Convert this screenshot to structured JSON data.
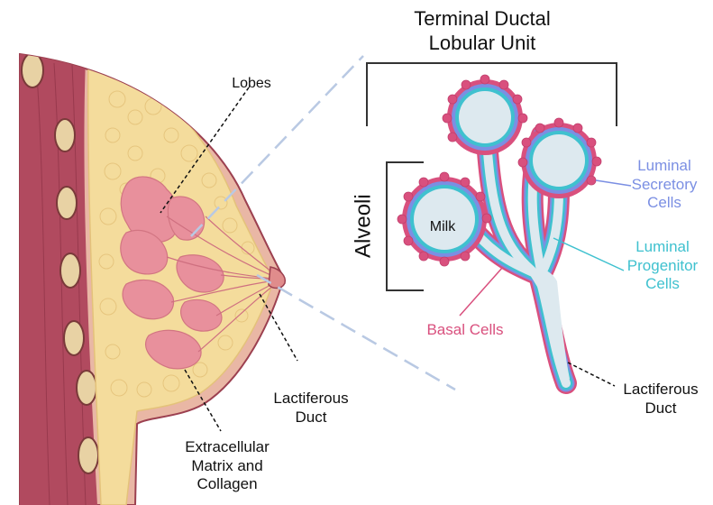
{
  "diagram": {
    "colors": {
      "skin": "#a8445a",
      "fat": "#f4dc9c",
      "fat_light": "#fbeec8",
      "lobe": "#e8909c",
      "duct_fill": "#dde9ef",
      "basal": "#d9507e",
      "luminal_secretory": "#7b8fe3",
      "luminal_progenitor": "#3fc1cf",
      "zoom_line": "#b9c9e3"
    },
    "breast_labels": {
      "lobes": "Lobes",
      "lactiferous_duct": [
        "Lactiferous",
        "Duct"
      ],
      "ecm": [
        "Extracellular",
        "Matrix and",
        "Collagen"
      ]
    },
    "tdlu": {
      "title": [
        "Terminal Ductal",
        "Lobular Unit"
      ],
      "alveoli": "Alveoli",
      "milk": "Milk",
      "luminal_secretory": [
        "Luminal",
        "Secretory",
        "Cells"
      ],
      "luminal_progenitor": [
        "Luminal",
        "Progenitor",
        "Cells"
      ],
      "basal": "Basal Cells",
      "lactiferous_duct": [
        "Lactiferous",
        "Duct"
      ]
    }
  }
}
